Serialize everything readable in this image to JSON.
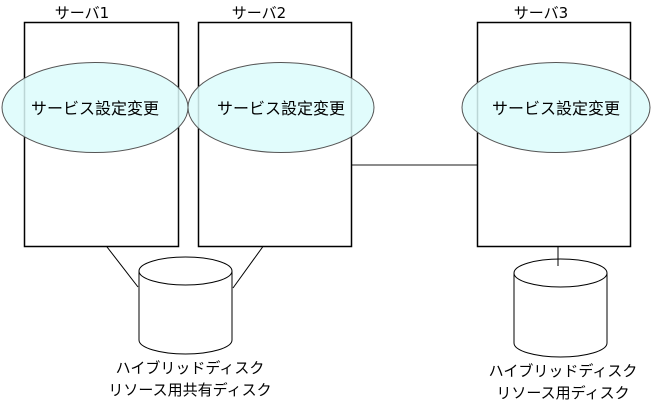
{
  "diagram": {
    "servers": [
      {
        "title": "サーバ1",
        "service_label": "サービス設定変更"
      },
      {
        "title": "サーバ2",
        "service_label": "サービス設定変更"
      },
      {
        "title": "サーバ3",
        "service_label": "サービス設定変更"
      }
    ],
    "disks": [
      {
        "line1": "ハイブリッドディスク",
        "line2": "リソース用共有ディスク"
      },
      {
        "line1": "ハイブリッドディスク",
        "line2": "リソース用ディスク"
      }
    ],
    "colors": {
      "ellipse_fill": "#dcfcfc",
      "ellipse_stroke": "#555555",
      "line": "#000000",
      "connector": "#666666"
    }
  }
}
